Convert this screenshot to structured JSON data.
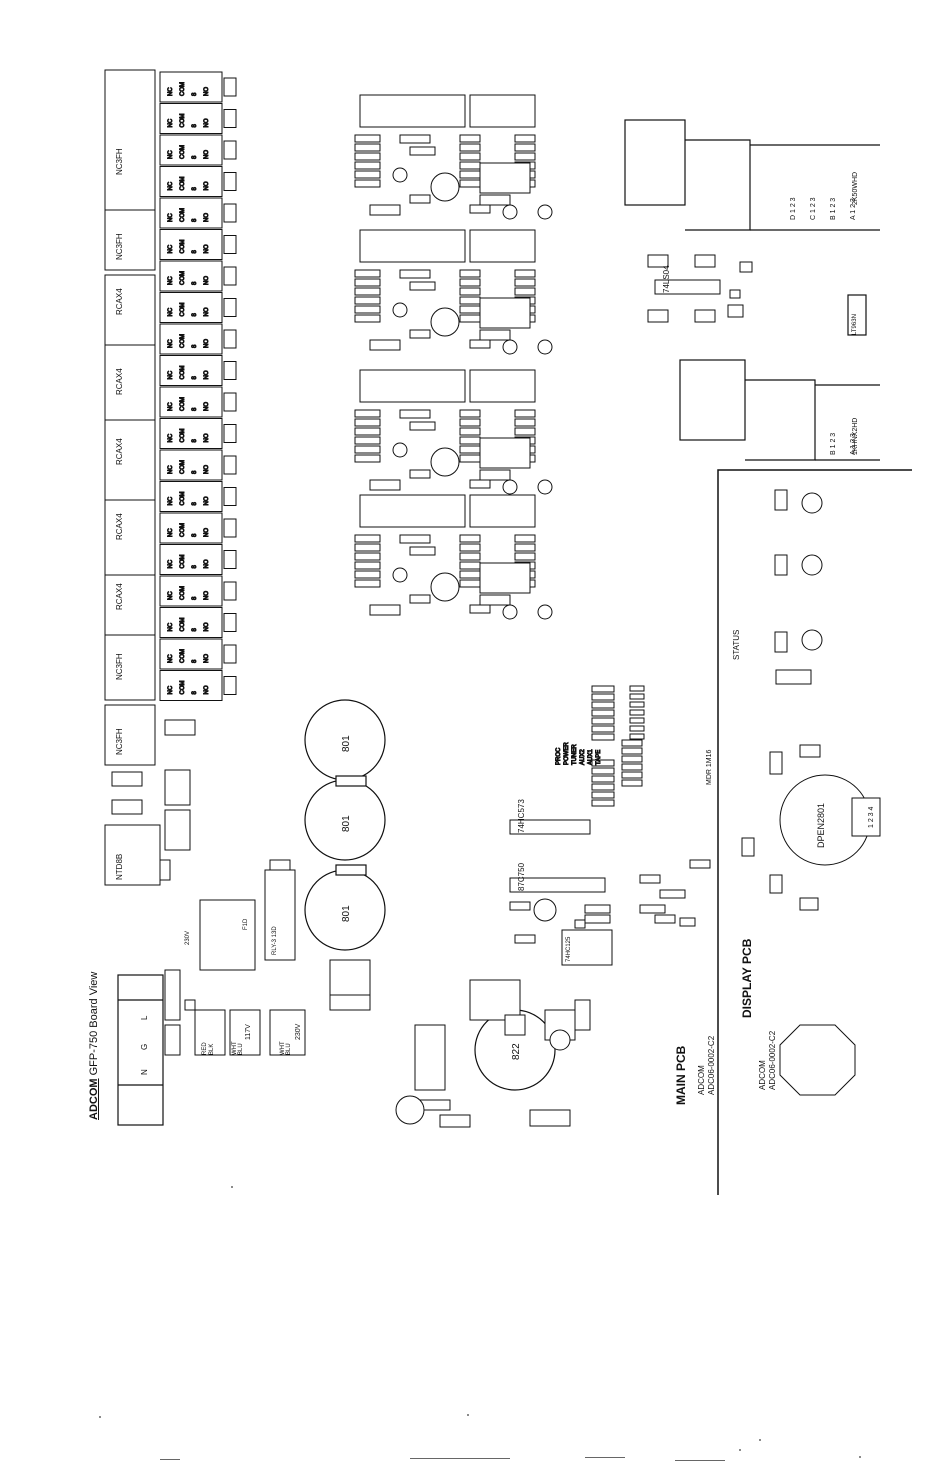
{
  "title": {
    "brand": "ADCOM",
    "model": "GFP-750 Board View"
  },
  "main_pcb": {
    "label": "MAIN PCB",
    "maker": "ADCOM",
    "part_no": "ADC06-0002-C2"
  },
  "display_pcb": {
    "label": "DISPLAY PCB",
    "maker": "ADCOM",
    "part_no": "ADC06-0002-C2"
  },
  "display_texts": {
    "display_conn": "DPEN2801",
    "status": "STATUS",
    "pins": "1 2 3 4"
  },
  "jacks": {
    "left_column": [
      "NC3FH",
      "NC3FH",
      "RCAX4",
      "RCAX4",
      "RCAX4",
      "RCAX4",
      "RCAX4",
      "NC3FH",
      "NC3FH",
      "NTD8B"
    ],
    "relay_text": [
      "NC",
      "COM",
      "8",
      "NO"
    ]
  },
  "power": {
    "mains": [
      "N",
      "G",
      "L"
    ],
    "wires": [
      "BLK",
      "BLU",
      "BLU",
      "RED",
      "WHT",
      "WHT"
    ],
    "voltage": "117V",
    "alt_voltage": "230V",
    "fuse": "F1D",
    "relay": "RLY-3 13D"
  },
  "caps": {
    "big_caps": [
      "801",
      "801",
      "801",
      "822"
    ],
    "small_cap": "801"
  },
  "ics": {
    "u1": "74HC573",
    "u2": "87C750",
    "u3": "74LS04",
    "u4": "74HC125"
  },
  "connectors": {
    "top_right_a": [
      "D 1 2 3",
      "C 1 2 3",
      "B 1 2 3",
      "A 1 2 3"
    ],
    "top_right_a_name": "2K50WHD",
    "top_right_b": [
      "B 1 2 3",
      "A 1 2 3"
    ],
    "top_right_b_name": "1KHNX2HD",
    "side_label": "MDR 1M16",
    "misc_labels": [
      "PROC",
      "POWER",
      "TUNER",
      "AUX2",
      "AUX1",
      "TAPE"
    ]
  },
  "reg_chip": "LT963N"
}
